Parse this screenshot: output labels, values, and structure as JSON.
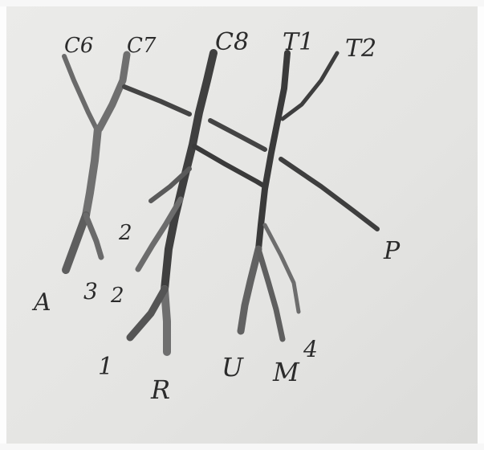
{
  "diagram": {
    "roots": {
      "c6": "C6",
      "c7": "C7",
      "c8": "C8",
      "t1": "T1",
      "t2": "T2"
    },
    "branches": {
      "a": "A",
      "three": "3",
      "two_upper": "2",
      "two_lower": "2",
      "one": "1",
      "r": "R",
      "u": "U",
      "m": "M",
      "four": "4",
      "p": "P"
    }
  },
  "colors": {
    "paper": "#e6e6e4",
    "ink": "#3a3a3a",
    "ink_light": "#6b6b6b",
    "shadow": "#bdbdbb"
  }
}
